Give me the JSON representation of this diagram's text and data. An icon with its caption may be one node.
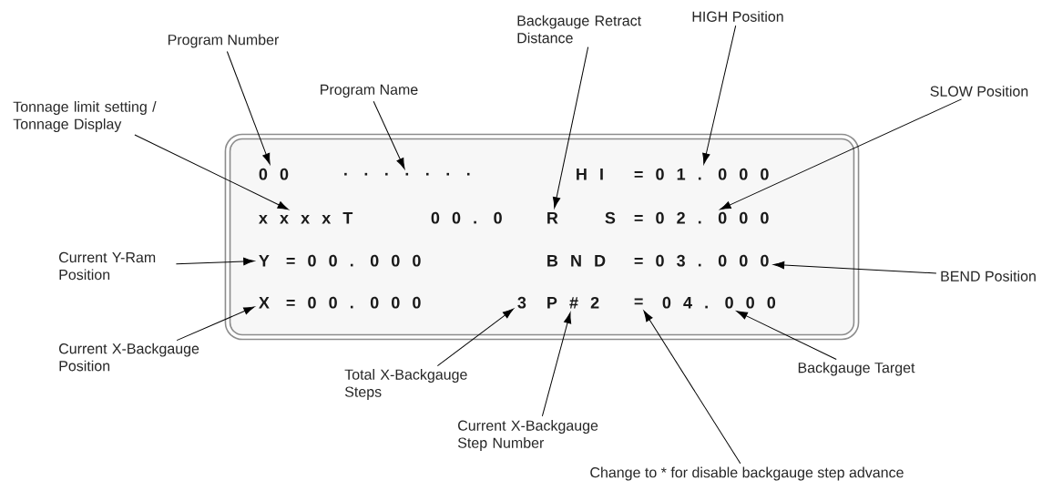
{
  "diagram": {
    "nodes": [
      {
        "text": [
          "Program Number"
        ]
      },
      {
        "text": [
          "Program Name"
        ]
      },
      {
        "text": [
          "Backgauge Retract Distance"
        ]
      },
      {
        "text": [
          "HIGH Position"
        ]
      },
      {
        "text": [
          "Tonnage limit setting / Tonnage Display"
        ]
      },
      {
        "text": [
          "SLOW Position"
        ]
      },
      {
        "text": [
          "Current Y-Ram Position"
        ]
      },
      {
        "text": [
          "BEND Position"
        ]
      },
      {
        "text": [
          "Current X-Backgauge Position"
        ]
      },
      {
        "text": [
          "Total X-Backgauge Steps"
        ]
      },
      {
        "text": [
          "Current X-Backgauge Step Number"
        ]
      },
      {
        "text": [
          "Backgauge Target"
        ]
      },
      {
        "text": [
          "Change to * for disable backgauge step advance"
        ]
      },
      {
        "text": [],
        "shape": "box"
      },
      {
        "text": [
          "0 0"
        ],
        "in": 13
      },
      {
        "text": [
          ". . . . . . ."
        ],
        "in": 13
      },
      {
        "text": [
          "H I"
        ],
        "in": 13
      },
      {
        "text": [
          "= 0 1 . 0 0 0"
        ],
        "in": 13
      },
      {
        "text": [
          "x x x x T"
        ],
        "in": 13
      },
      {
        "text": [
          "0 0 . 0"
        ],
        "in": 13
      },
      {
        "text": [
          "R"
        ],
        "in": 13
      },
      {
        "text": [
          "S"
        ],
        "in": 13
      },
      {
        "text": [
          "= 0 2 . 0 0 0"
        ],
        "in": 13
      },
      {
        "text": [
          "Y"
        ],
        "in": 13
      },
      {
        "text": [
          "= 0 0 . 0 0 0"
        ],
        "in": 13
      },
      {
        "text": [
          "B N D"
        ],
        "in": 13
      },
      {
        "text": [
          "= 0 3 . 0 0 0"
        ],
        "in": 13
      },
      {
        "text": [
          "X"
        ],
        "in": 13
      },
      {
        "text": [
          "= 0 0 . 0 0 0"
        ],
        "in": 13
      },
      {
        "text": [
          "3"
        ],
        "in": 13
      },
      {
        "text": [
          "P # 2"
        ],
        "in": 13
      },
      {
        "text": [
          "="
        ],
        "in": 13
      },
      {
        "text": [
          "0 4 . 0 0 0"
        ],
        "in": 13
      }
    ],
    "edges": [
      {
        "from": 0,
        "to": 14,
        "arrow": "to"
      },
      {
        "from": 1,
        "to": 15,
        "arrow": "to"
      },
      {
        "from": 2,
        "to": 20,
        "arrow": "to"
      },
      {
        "from": 3,
        "to": 17,
        "arrow": "to"
      },
      {
        "from": 4,
        "to": 18,
        "arrow": "to"
      },
      {
        "from": 5,
        "to": 22,
        "arrow": "to"
      },
      {
        "from": 6,
        "to": 23,
        "arrow": "to"
      },
      {
        "from": 7,
        "to": 26,
        "arrow": "to"
      },
      {
        "from": 8,
        "to": 27,
        "arrow": "to"
      },
      {
        "from": 9,
        "to": 29,
        "arrow": "to"
      },
      {
        "from": 10,
        "to": 30,
        "arrow": "to"
      },
      {
        "from": 11,
        "to": 32,
        "arrow": "to"
      },
      {
        "from": 12,
        "to": 31,
        "arrow": "to"
      }
    ]
  }
}
